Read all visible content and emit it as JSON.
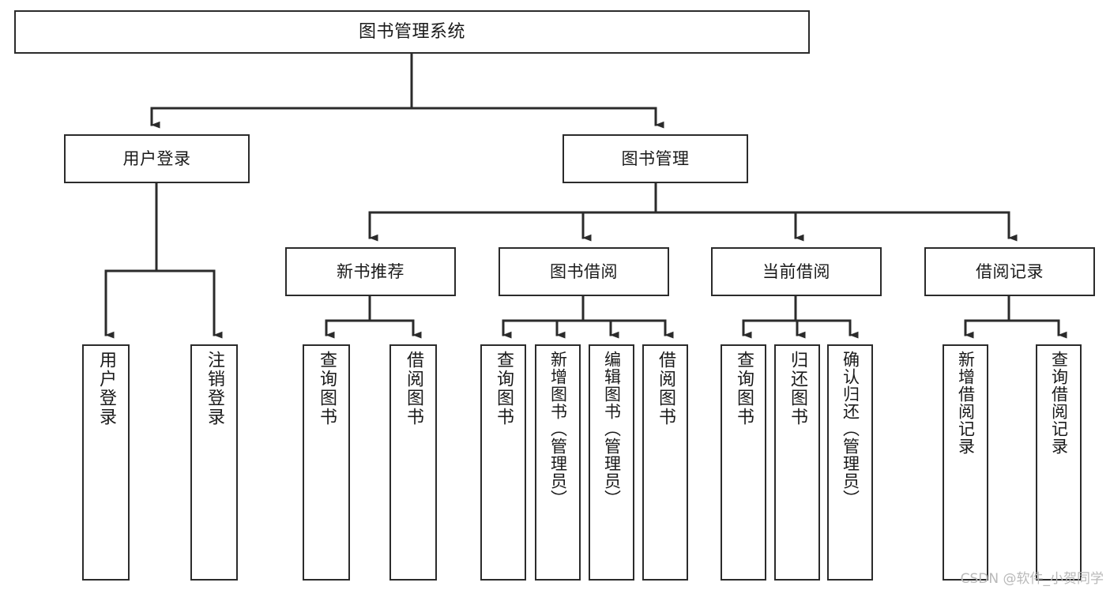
{
  "diagram": {
    "type": "tree",
    "title": "图书管理系统",
    "watermark": "CSDN @软件_小贺同学",
    "colors": {
      "box_border": "#2b2b2b",
      "box_fill": "#ffffff",
      "connector": "#2b2b2b",
      "text": "#1a1a1a",
      "watermark": "#b9b9b9",
      "background": "#ffffff"
    },
    "nodes": {
      "root": {
        "label": "图书管理系统"
      },
      "level2": [
        {
          "label": "用户登录"
        },
        {
          "label": "图书管理"
        }
      ],
      "level3": [
        {
          "label": "新书推荐"
        },
        {
          "label": "图书借阅"
        },
        {
          "label": "当前借阅"
        },
        {
          "label": "借阅记录"
        }
      ],
      "leaves": {
        "user_login": [
          {
            "label": "用户登录"
          },
          {
            "label": "注销登录"
          }
        ],
        "new_book_recommend": [
          {
            "label": "查询图书"
          },
          {
            "label": "借阅图书"
          }
        ],
        "book_borrow": [
          {
            "label": "查询图书"
          },
          {
            "label": "新增图书（管理员）"
          },
          {
            "label": "编辑图书（管理员）"
          },
          {
            "label": "借阅图书"
          }
        ],
        "current_borrow": [
          {
            "label": "查询图书"
          },
          {
            "label": "归还图书"
          },
          {
            "label": "确认归还（管理员）"
          }
        ],
        "borrow_record": [
          {
            "label": "新增借阅记录"
          },
          {
            "label": "查询借阅记录"
          }
        ]
      }
    }
  }
}
